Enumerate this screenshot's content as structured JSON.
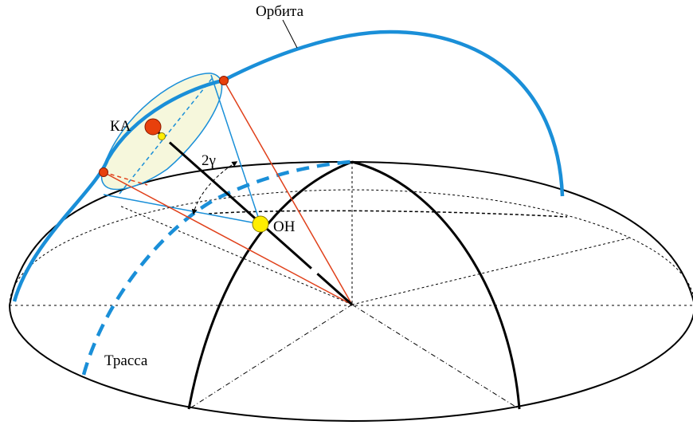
{
  "labels": {
    "orbit": "Орбита",
    "spacecraft": "КА",
    "target": "ОН",
    "angle": "2γ",
    "track": "Трасса"
  },
  "colors": {
    "orbit": "#1a8fd8",
    "sight_lines": "#e0401a",
    "spacecraft_marker": "#e8400c",
    "target_marker": "#ffee00",
    "cone_fill": "#f6f7dc",
    "earth_lines": "#000000"
  }
}
